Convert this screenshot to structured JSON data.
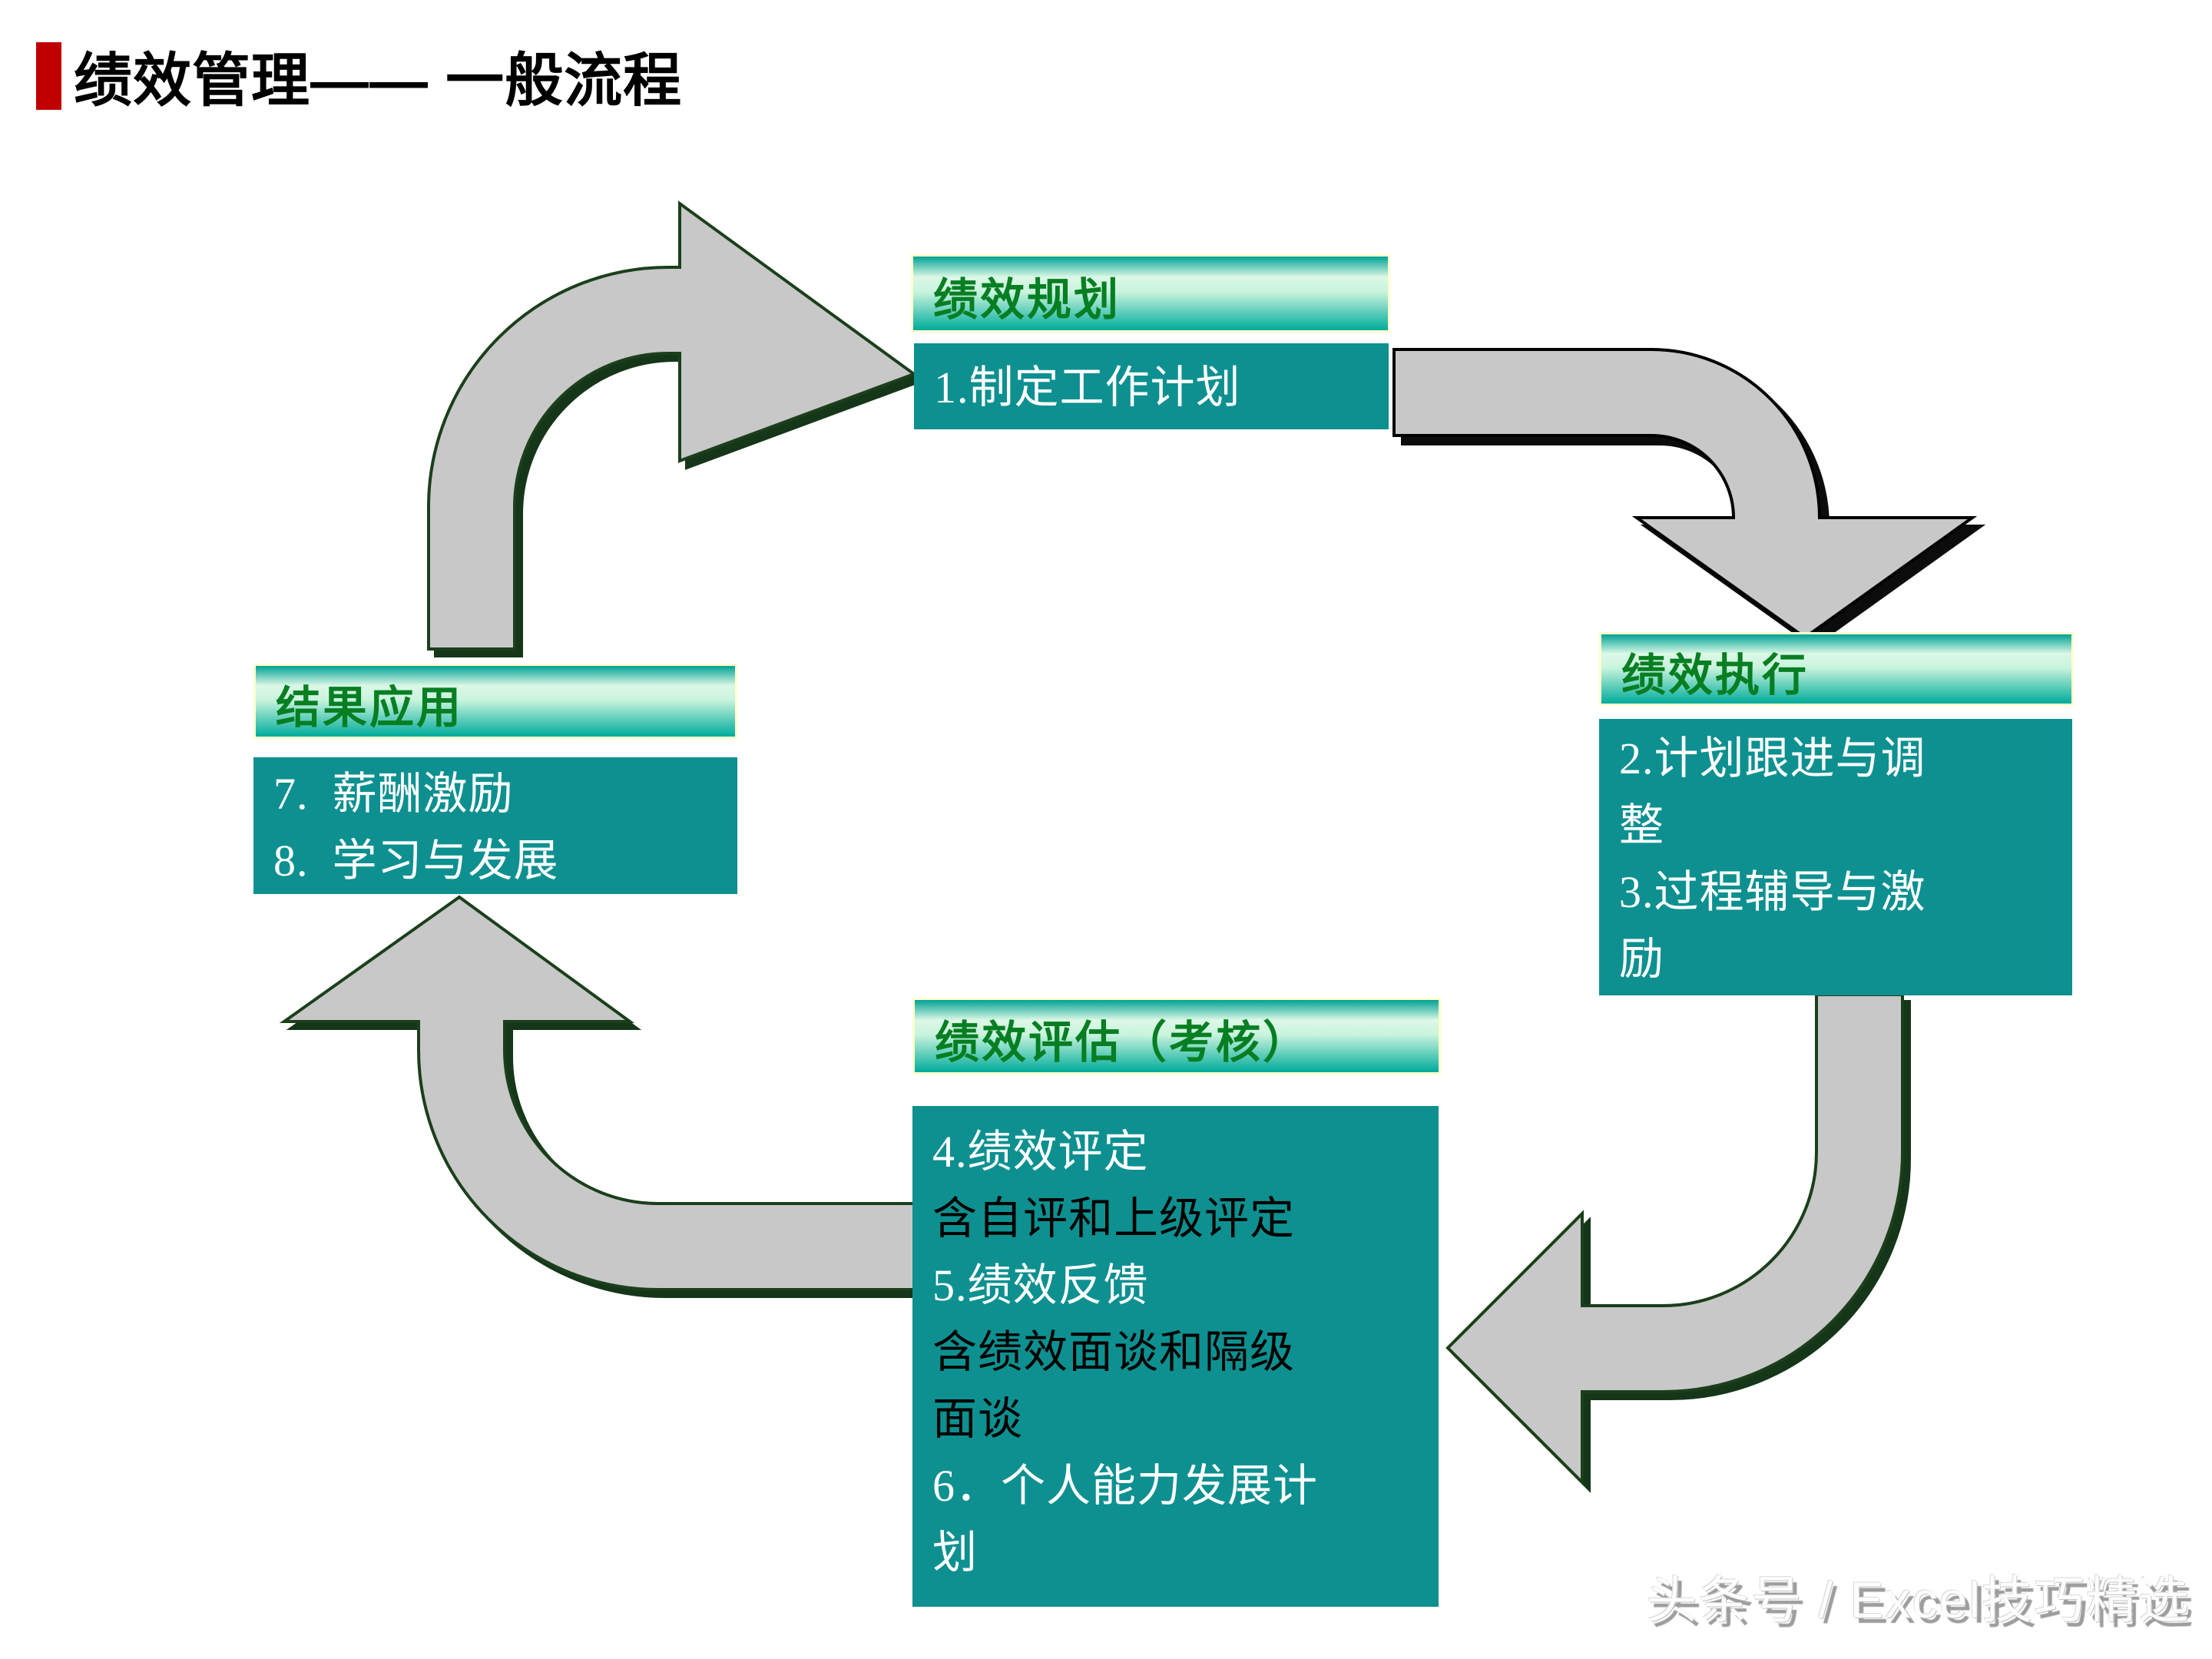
{
  "slide": {
    "title": "绩效管理—— 一般流程",
    "watermark": "头条号 / Excel技巧精选"
  },
  "boxes": {
    "plan": {
      "header": "绩效规划",
      "lines": [
        {
          "text": "1.制定工作计划",
          "color": "#ffffff"
        }
      ]
    },
    "execute": {
      "header": "绩效执行",
      "lines": [
        {
          "text": "2.计划跟进与调\n整",
          "color": "#ffffff"
        },
        {
          "text": "3.过程辅导与激\n励",
          "color": "#ffffff"
        }
      ]
    },
    "evaluate": {
      "header": "绩效评估（考核）",
      "lines": [
        {
          "text": "4.绩效评定",
          "color": "#ffffff"
        },
        {
          "text": "含自评和上级评定",
          "color": "#000000"
        },
        {
          "text": "5.绩效反馈",
          "color": "#ffffff"
        },
        {
          "text": "含绩效面谈和隔级\n面谈",
          "color": "#000000"
        },
        {
          "text": "6．个人能力发展计\n划",
          "color": "#ffffff"
        }
      ]
    },
    "apply": {
      "header": "结果应用",
      "lines": [
        {
          "text": "7.  薪酬激励",
          "color": "#ffffff"
        },
        {
          "text": "8.  学习与发展",
          "color": "#ffffff"
        }
      ]
    }
  },
  "colors": {
    "accent_red": "#c00000",
    "header_gradient_teal": "#00a89b",
    "header_gradient_pale": "#d9f7e4",
    "header_border": "#ffffce",
    "header_text_green": "#077e22",
    "body_teal": "#0e9090",
    "arrow_fill": "#c8c8c8",
    "arrow_outline_green": "#1b3f1b",
    "arrow_outline_black": "#000000"
  }
}
